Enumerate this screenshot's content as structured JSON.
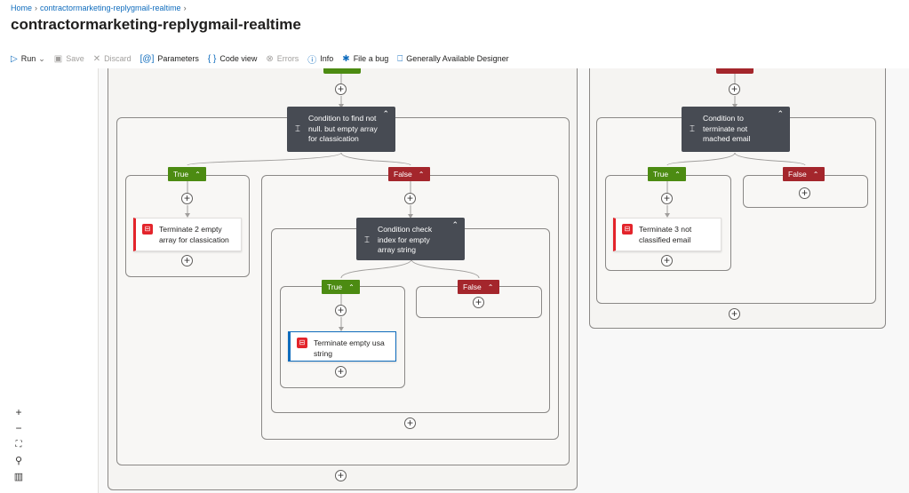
{
  "breadcrumb": {
    "home": "Home",
    "workflow": "contractormarketing-replygmail-realtime"
  },
  "title": "contractormarketing-replygmail-realtime",
  "title_more": "...",
  "toolbar": {
    "run": "Run",
    "save": "Save",
    "discard": "Discard",
    "parameters": "Parameters",
    "code_view": "Code view",
    "errors": "Errors",
    "info": "Info",
    "file_bug": "File a bug",
    "ga_designer": "Generally Available Designer"
  },
  "colors": {
    "true": "#4c8b12",
    "false": "#a4262c",
    "condition": "#474b53",
    "terminate": "#e3242b",
    "accent": "#0f6cbd"
  },
  "flow": {
    "cond1": {
      "line1": "Condition to find not",
      "line2": "null. but empty array",
      "line3": "for classication"
    },
    "cond1_true": "True",
    "cond1_false": "False",
    "term1": {
      "line1": "Terminate 2 empty",
      "line2": "array for classication"
    },
    "cond2": {
      "line1": "Condition check",
      "line2": "index for empty",
      "line3": "array string"
    },
    "cond2_true": "True",
    "cond2_false": "False",
    "term2": {
      "line1": "Terminate empty usa",
      "line2": "string"
    },
    "cond3": {
      "line1": "Condition to",
      "line2": "terminate not",
      "line3": "mached email"
    },
    "cond3_true": "True",
    "cond3_false": "False",
    "term3": {
      "line1": "Terminate 3 not",
      "line2": "classified email"
    }
  },
  "icons": [
    "run-icon",
    "save-icon",
    "discard-icon",
    "parameters-icon",
    "code-view-icon",
    "errors-icon",
    "info-icon",
    "bug-icon",
    "bookmark-icon",
    "condition-icon",
    "terminate-icon",
    "zoom-in-icon",
    "zoom-out-icon",
    "fit-view-icon",
    "search-icon",
    "minimap-icon"
  ],
  "zoom": {
    "in": "+",
    "out": "−"
  }
}
